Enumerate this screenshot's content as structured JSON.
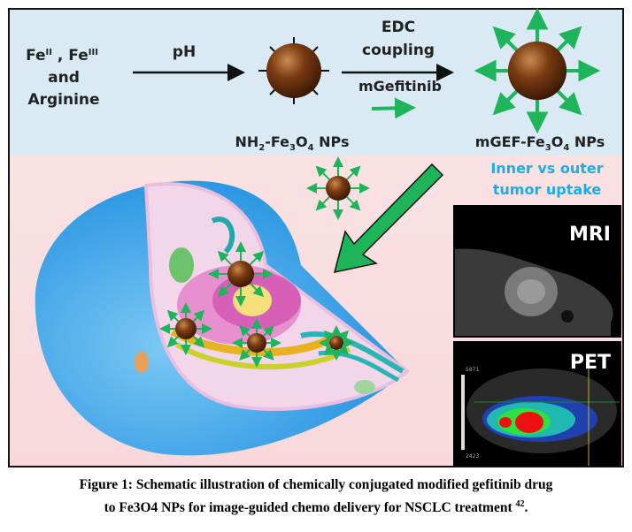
{
  "figure": {
    "reactants": {
      "line1_fe2": "Fe",
      "fe2_sup": "II",
      "sep": " , ",
      "line1_fe3": "Fe",
      "fe3_sup": "III",
      "line2": "and",
      "line3": "Arginine"
    },
    "step1_label": "pH",
    "step2_label_top1": "EDC",
    "step2_label_top2": "coupling",
    "step2_label_bottom": "mGefitinib",
    "np1_label": {
      "a": "NH",
      "a_sub": "2",
      "b": "-Fe",
      "b_sub": "3",
      "c": "O",
      "c_sub": "4",
      "d": " NPs"
    },
    "np2_label": {
      "a": "mGEF-Fe",
      "a_sub": "3",
      "b": "O",
      "b_sub": "4",
      "c": " NPs"
    },
    "uptake_line1": "Inner vs outer",
    "uptake_line2": "tumor uptake",
    "mri_label": "MRI",
    "pet_label": "PET",
    "pet_scale_top": "5871",
    "pet_scale_bottom": "2423",
    "colors": {
      "top_band": "#d9eaf5",
      "bottom_band": "#fbe3e3",
      "np": "#6b3410",
      "ligand": "#1db45a",
      "uptake_text": "#19aee6"
    }
  },
  "caption": {
    "line1": "Figure 1: Schematic illustration of chemically conjugated modified gefitinib drug",
    "line2": "to Fe3O4 NPs for image-guided chemo delivery for NSCLC treatment ",
    "ref": "42",
    "end": "."
  }
}
